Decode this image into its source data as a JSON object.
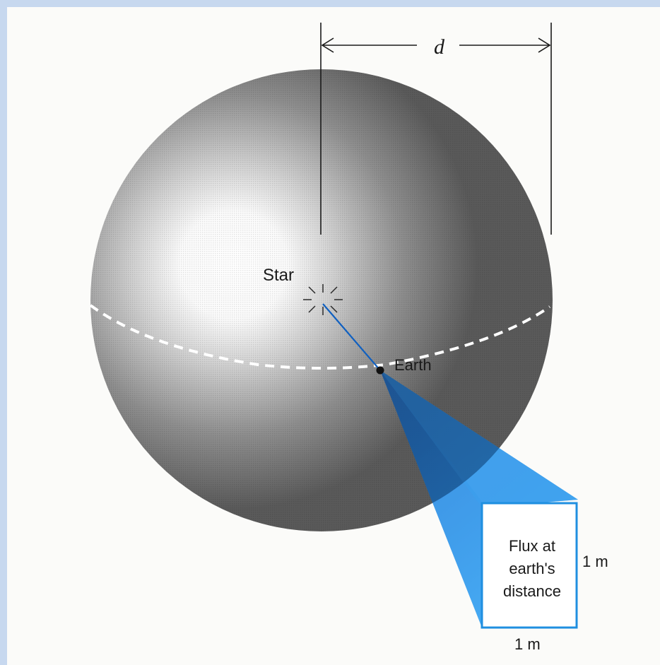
{
  "labels": {
    "distance": "d",
    "star": "Star",
    "earth": "Earth",
    "flux_lines": [
      "Flux at",
      "earth's",
      "distance"
    ],
    "side_right": "1 m",
    "side_bottom": "1 m"
  },
  "colors": {
    "frame_border": "#c7d8ef",
    "panel_background": "#fbfbf9",
    "sphere_core": "#ffffff",
    "sphere_edge": "#5a5a5a",
    "cone_blue": "#1f8fe0",
    "light_ray": "#1060c0",
    "equator_dash": "#ffffff",
    "dimension_lines": "#1a1a1a"
  }
}
